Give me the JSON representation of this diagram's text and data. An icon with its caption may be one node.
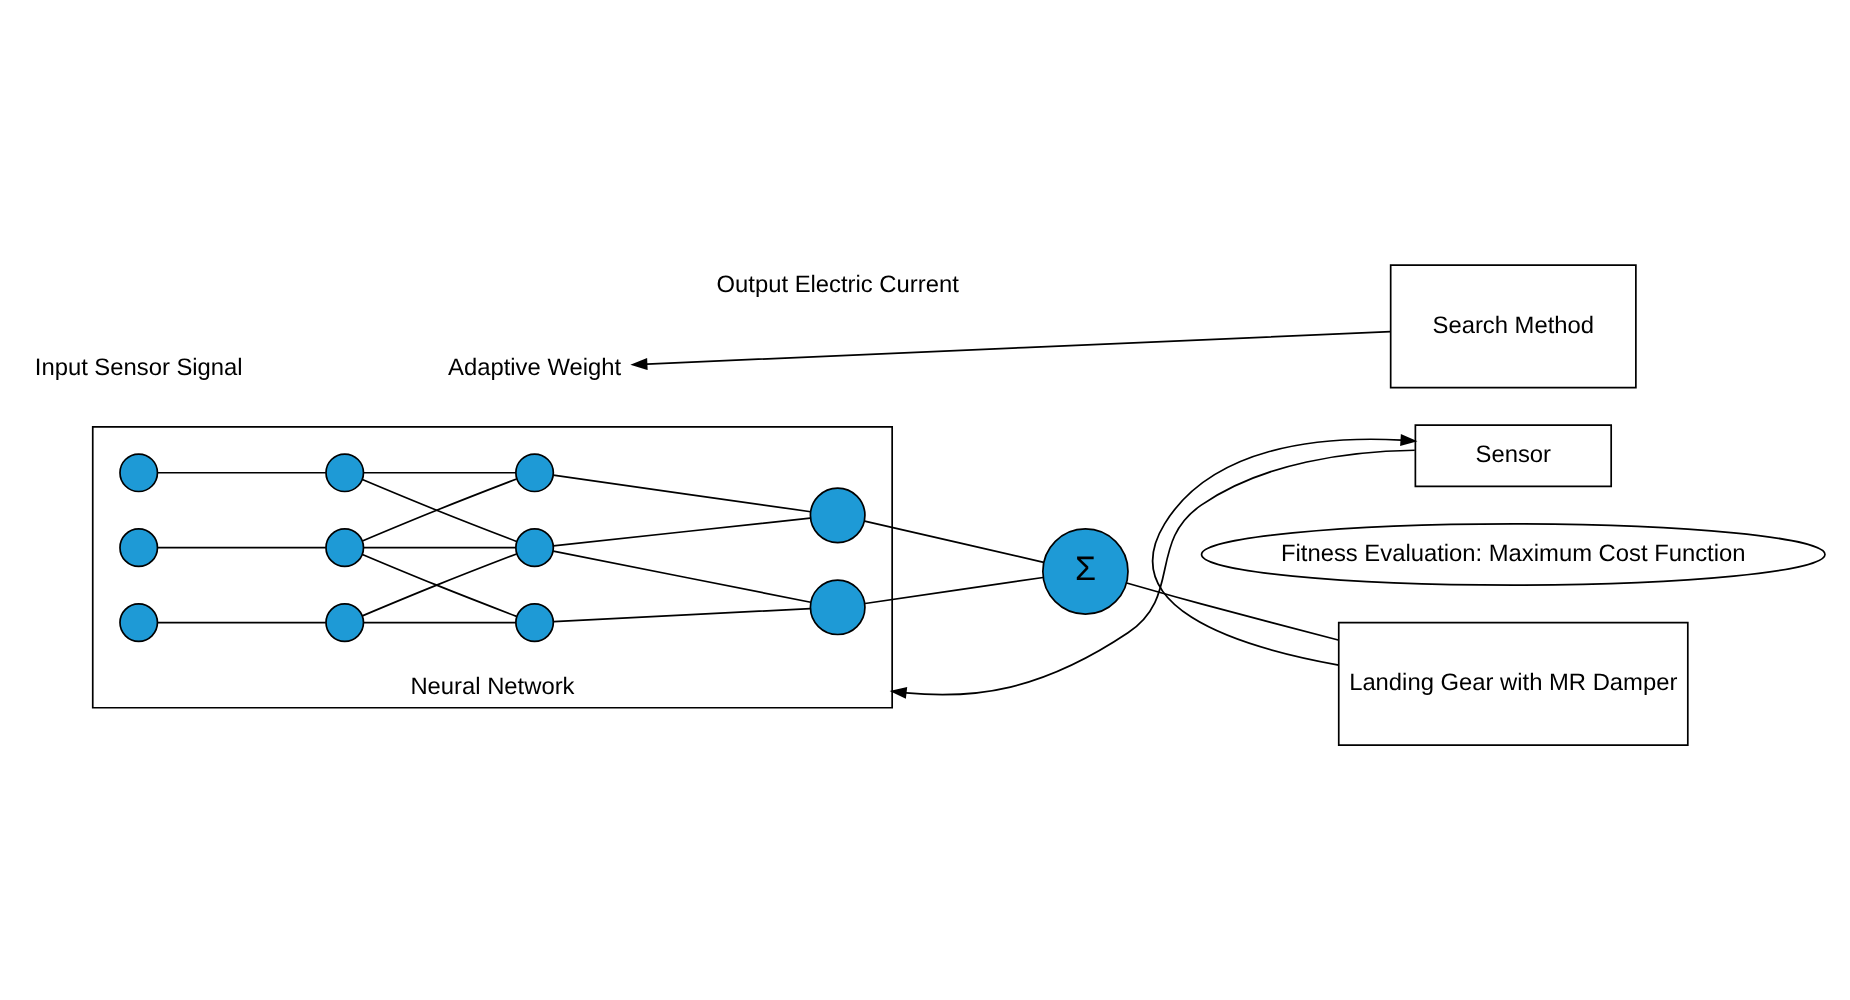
{
  "diagram": {
    "nodes": [
      {
        "text": [
          "Adaptive Weight"
        ]
      },
      {
        "text": [
          "Neural Network"
        ]
      },
      {
        "text": [],
        "shape": "circle",
        "in": 1
      },
      {
        "text": [],
        "shape": "circle",
        "in": 1
      },
      {
        "text": [],
        "shape": "circle",
        "in": 1
      },
      {
        "text": [],
        "shape": "circle",
        "in": 1
      },
      {
        "text": [],
        "shape": "circle",
        "in": 1
      },
      {
        "text": [],
        "shape": "circle",
        "in": 1
      },
      {
        "text": [],
        "shape": "circle",
        "in": 1
      },
      {
        "text": [],
        "shape": "circle",
        "in": 1
      },
      {
        "text": [],
        "shape": "circle",
        "in": 1
      },
      {
        "text": [],
        "shape": "circle",
        "in": 1
      },
      {
        "text": [],
        "shape": "circle",
        "in": 1
      },
      {
        "text": [
          "Σ"
        ]
      },
      {
        "text": [
          "Landing Gear with MR Damper"
        ]
      },
      {
        "text": [
          "Search Method"
        ]
      },
      {
        "text": [
          "Sensor"
        ]
      },
      {
        "text": [
          "Fitness Evaluation: Maximum Cost Function"
        ]
      }
    ],
    "edges": [
      {
        "from": 2,
        "to": 5,
        "arrow": "none"
      },
      {
        "from": 3,
        "to": 6,
        "arrow": "none"
      },
      {
        "from": 4,
        "to": 7,
        "arrow": "none"
      },
      {
        "from": 5,
        "to": 8,
        "arrow": "none"
      },
      {
        "from": 5,
        "to": 9,
        "arrow": "none"
      },
      {
        "from": 6,
        "to": 8,
        "arrow": "none"
      },
      {
        "from": 6,
        "to": 9,
        "arrow": "none"
      },
      {
        "from": 6,
        "to": 10,
        "arrow": "none"
      },
      {
        "from": 7,
        "to": 9,
        "arrow": "none"
      },
      {
        "from": 7,
        "to": 10,
        "arrow": "none"
      },
      {
        "from": 8,
        "to": 11,
        "arrow": "none"
      },
      {
        "from": 9,
        "to": 11,
        "arrow": "none"
      },
      {
        "from": 9,
        "to": 12,
        "arrow": "none"
      },
      {
        "from": 10,
        "to": 12,
        "arrow": "none"
      },
      {
        "from": 11,
        "to": 13,
        "arrow": "none"
      },
      {
        "from": 12,
        "to": 13,
        "arrow": "none"
      },
      {
        "from": 13,
        "to": 14,
        "arrow": "none"
      },
      {
        "from": 14,
        "to": 16,
        "arrow": "to"
      },
      {
        "from": 16,
        "to": 1,
        "arrow": "to"
      },
      {
        "from": 15,
        "to": 0,
        "arrow": "to"
      }
    ],
    "labels": [
      "Input Sensor Signal",
      "Output Electric Current"
    ]
  }
}
